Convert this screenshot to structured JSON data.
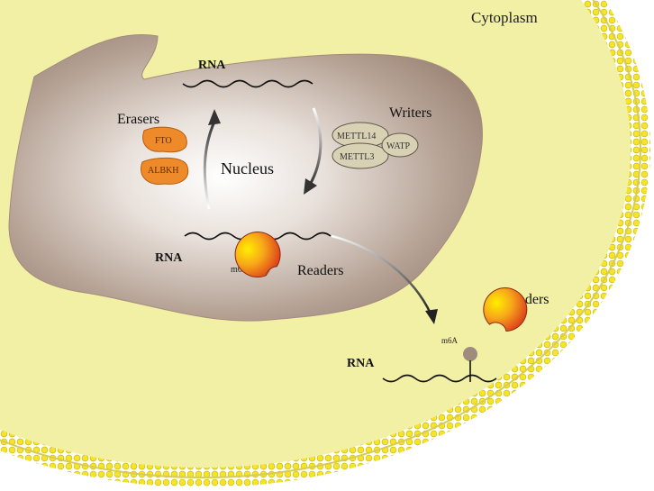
{
  "labels": {
    "cytoplasm": "Cytoplasm",
    "nucleus": "Nucleus",
    "rna_top": "RNA",
    "rna_mid": "RNA",
    "rna_cyto": "RNA",
    "erasers": "Erasers",
    "writers": "Writers",
    "readers_nucleus": "Readers",
    "readers_cyto": "Readers",
    "m6a_nucleus": "m6A",
    "m6a_cyto": "m6A"
  },
  "erasers": [
    "FTO",
    "ALBKH"
  ],
  "writers": [
    "METTL14",
    "METTL3",
    "WATP"
  ],
  "colors": {
    "cytoplasm": "#f2f0a4",
    "membrane_bead": "#f5e42a",
    "nucleus_edge": "#a48c7e",
    "nucleus_center": "#ffffff",
    "eraser_fill": "#ef8a2a",
    "writer_fill": "#d9d1b4",
    "m6a_dot": "#a08c7d",
    "reader_inner": "#ffe600",
    "reader_outer": "#d6301c"
  }
}
